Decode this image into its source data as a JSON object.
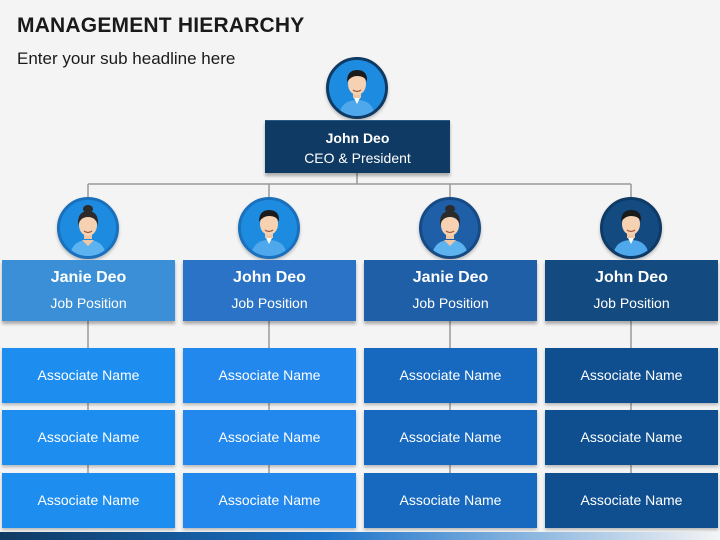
{
  "header": {
    "title": "MANAGEMENT HIERARCHY",
    "subtitle": "Enter your sub headline here"
  },
  "ceo": {
    "name": "John Deo",
    "role": "CEO & President",
    "avatar": "male-avatar-icon"
  },
  "managers": [
    {
      "name": "Janie Deo",
      "role": "Job Position",
      "avatar": "female-avatar-icon",
      "color": "#3a8fd6",
      "ring": "#1d8ce0"
    },
    {
      "name": "John Deo",
      "role": "Job Position",
      "avatar": "male-avatar-icon",
      "color": "#2b73c6",
      "ring": "#1d8ce0"
    },
    {
      "name": "Janie Deo",
      "role": "Job Position",
      "avatar": "female-avatar-icon",
      "color": "#1f5fa8",
      "ring": "#1f5fa8"
    },
    {
      "name": "John Deo",
      "role": "Job Position",
      "avatar": "male-avatar-icon",
      "color": "#134a80",
      "ring": "#134a80"
    }
  ],
  "associates": [
    [
      "Associate Name",
      "Associate Name",
      "Associate Name"
    ],
    [
      "Associate Name",
      "Associate Name",
      "Associate Name"
    ],
    [
      "Associate Name",
      "Associate Name",
      "Associate Name"
    ],
    [
      "Associate Name",
      "Associate Name",
      "Associate Name"
    ]
  ],
  "associate_colors": [
    "#1d8ef0",
    "#2288ee",
    "#1669bf",
    "#0f4f8f"
  ],
  "colors": {
    "ceo": "#0f3a63",
    "connector": "#9a9a9a"
  }
}
